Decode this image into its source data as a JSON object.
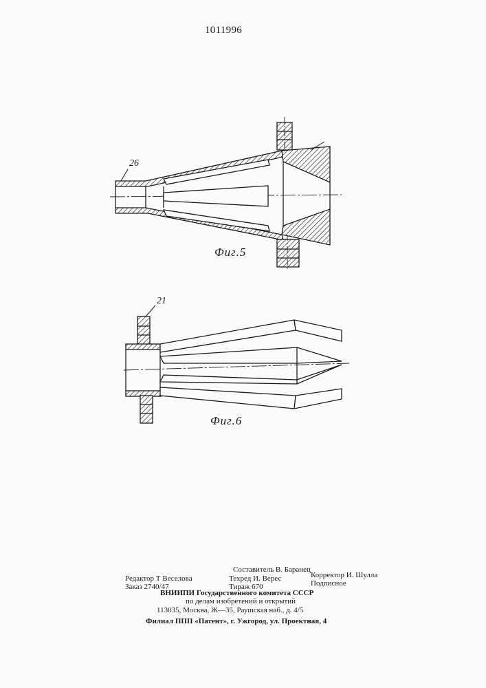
{
  "patent_number": "1011996",
  "figure_5": {
    "caption": "Фиг.5",
    "ref_label": "26"
  },
  "figure_6": {
    "caption": "Фиг.6",
    "ref_label": "21"
  },
  "imprint": {
    "compiler": "Составитель В. Баранец",
    "editor": "Редактор Т  Веселова",
    "tech_editor": "Техред И. Верес",
    "corrector": "Корректор И. Шулла",
    "order": "Заказ 2740/47",
    "circulation": "Тираж 670",
    "subscription": "Подписное",
    "org_line1": "ВНИИПИ  Государственного  комитета  СССР",
    "org_line2": "по  делам  изобретений  и  открытий",
    "address": "113035,  Москва,  Ж—35,  Раушская  наб.,  д.  4/5",
    "branch": "Филиал  ППП  «Патент»,  г.  Ужгород,  ул.  Проектная,  4"
  }
}
